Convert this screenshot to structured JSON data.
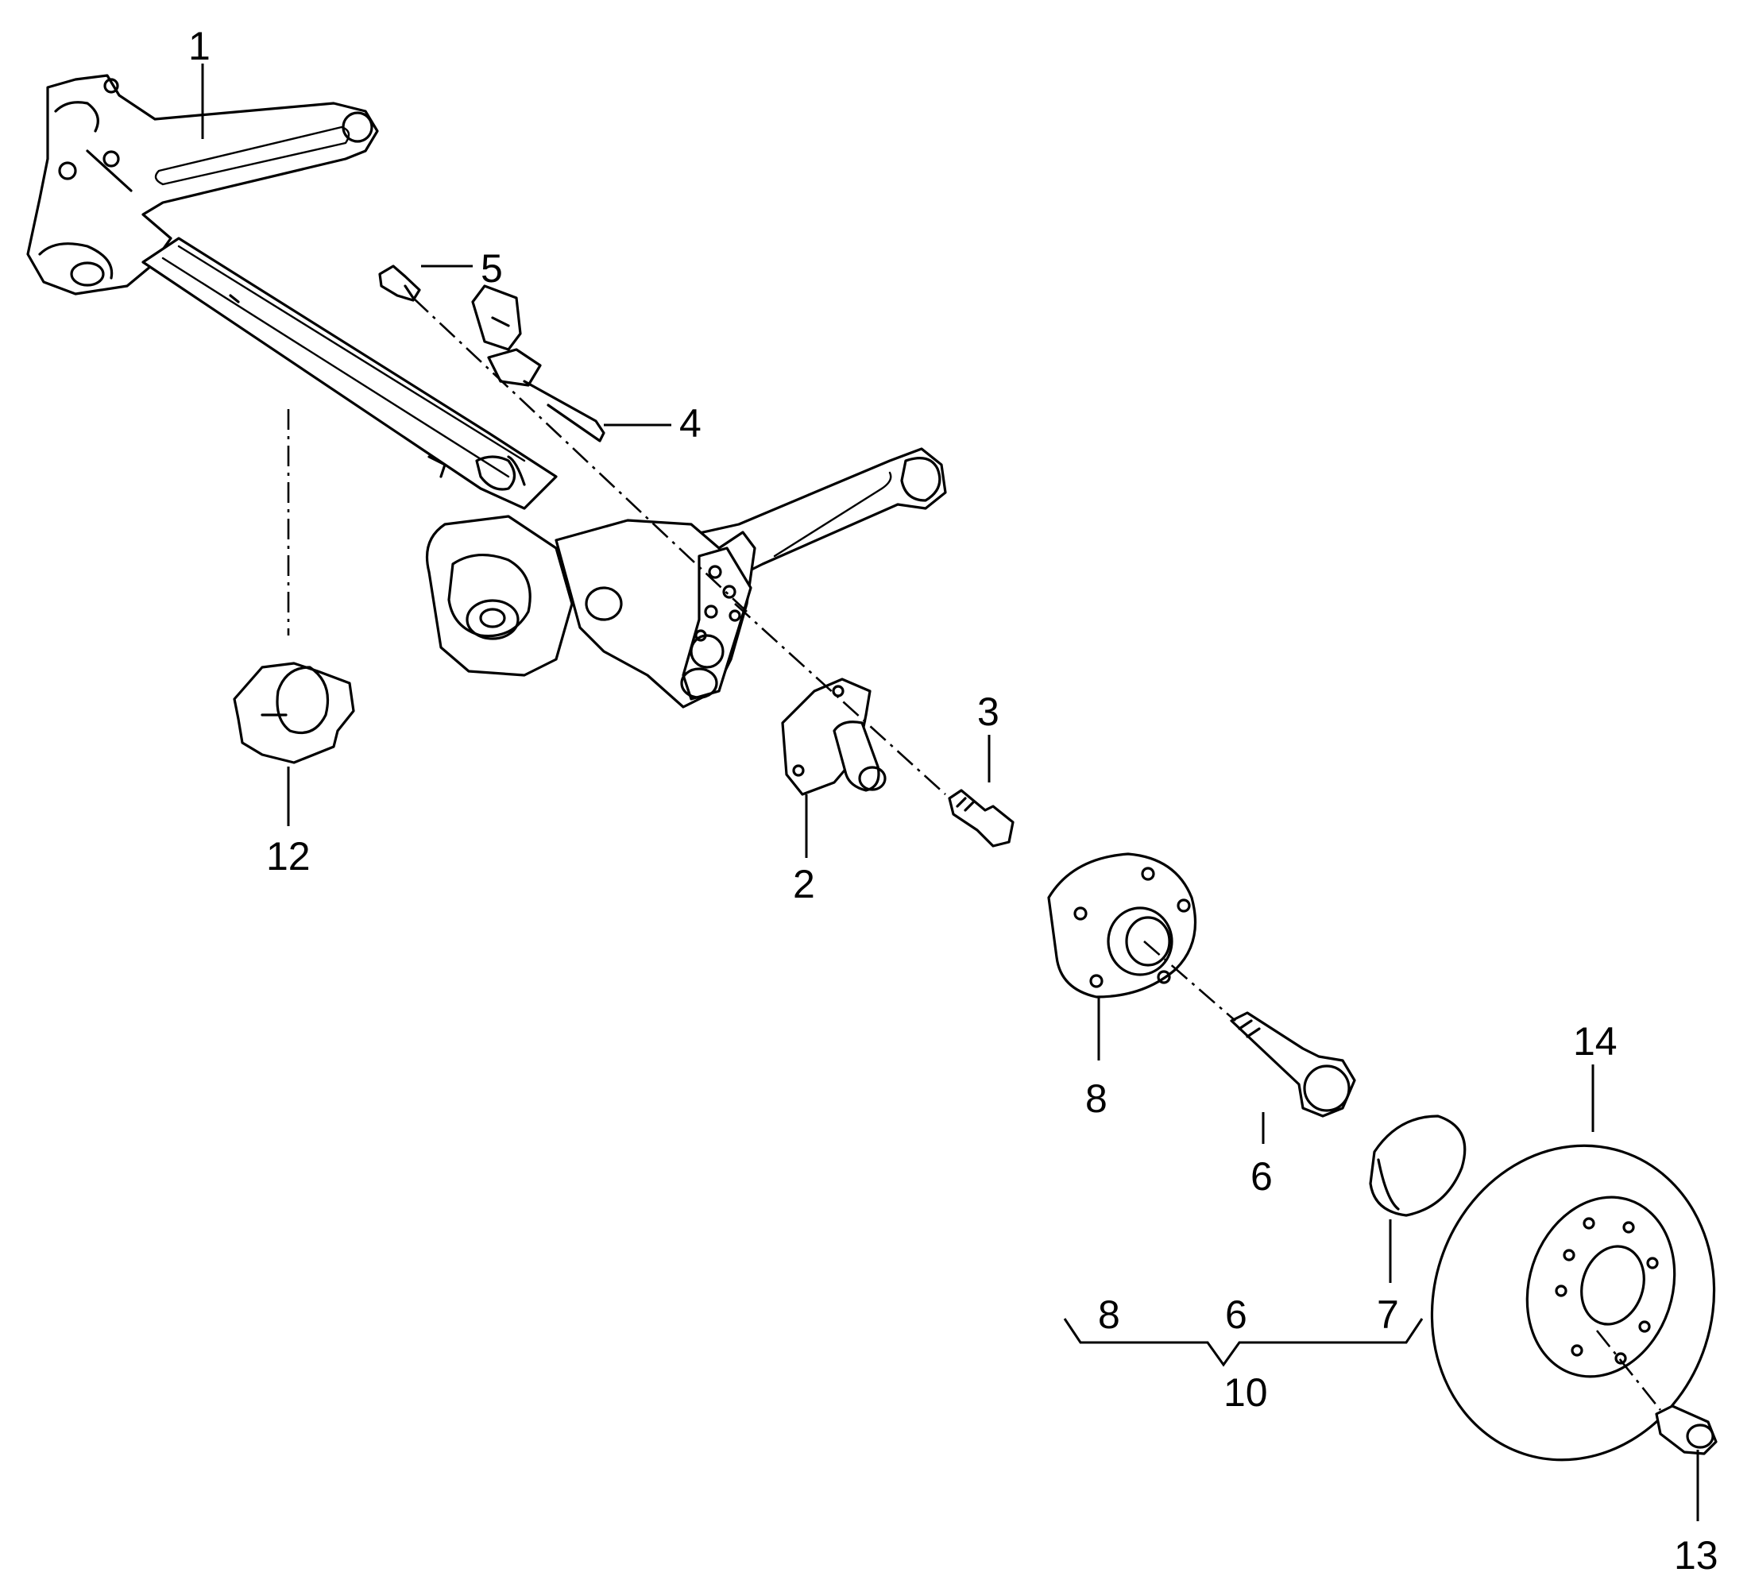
{
  "callouts": [
    {
      "id": "1",
      "label": "1"
    },
    {
      "id": "2",
      "label": "2"
    },
    {
      "id": "3",
      "label": "3"
    },
    {
      "id": "4",
      "label": "4"
    },
    {
      "id": "5",
      "label": "5"
    },
    {
      "id": "6",
      "label": "6"
    },
    {
      "id": "6b",
      "label": "6"
    },
    {
      "id": "7",
      "label": "7"
    },
    {
      "id": "8",
      "label": "8"
    },
    {
      "id": "8b",
      "label": "8"
    },
    {
      "id": "10",
      "label": "10"
    },
    {
      "id": "12",
      "label": "12"
    },
    {
      "id": "13",
      "label": "13"
    },
    {
      "id": "14",
      "label": "14"
    }
  ]
}
